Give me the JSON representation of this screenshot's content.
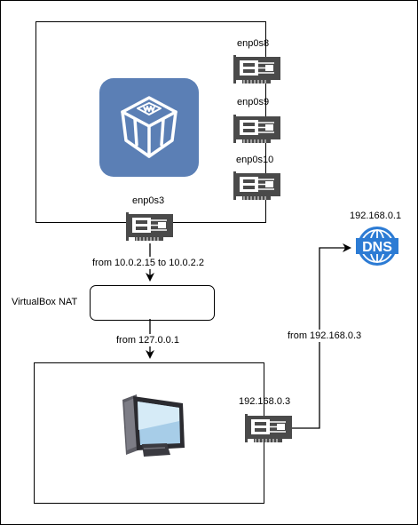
{
  "nics": {
    "enp0s8": "enp0s8",
    "enp0s9": "enp0s9",
    "enp0s10": "enp0s10",
    "enp0s3": "enp0s3",
    "host_nic": "192.168.0.3"
  },
  "nat": {
    "label": "VirtualBox NAT"
  },
  "dns": {
    "address": "192.168.0.1",
    "icon_text": "DNS"
  },
  "edges": {
    "guest_to_nat": "from 10.0.2.15 to 10.0.2.2",
    "nat_to_host": "from 127.0.0.1",
    "host_to_dns": "from 192.168.0.3"
  },
  "colors": {
    "virtualbox_blue": "#5B7FB5",
    "dns_blue": "#2C7BD4",
    "nic_gray": "#4a4a4a"
  }
}
